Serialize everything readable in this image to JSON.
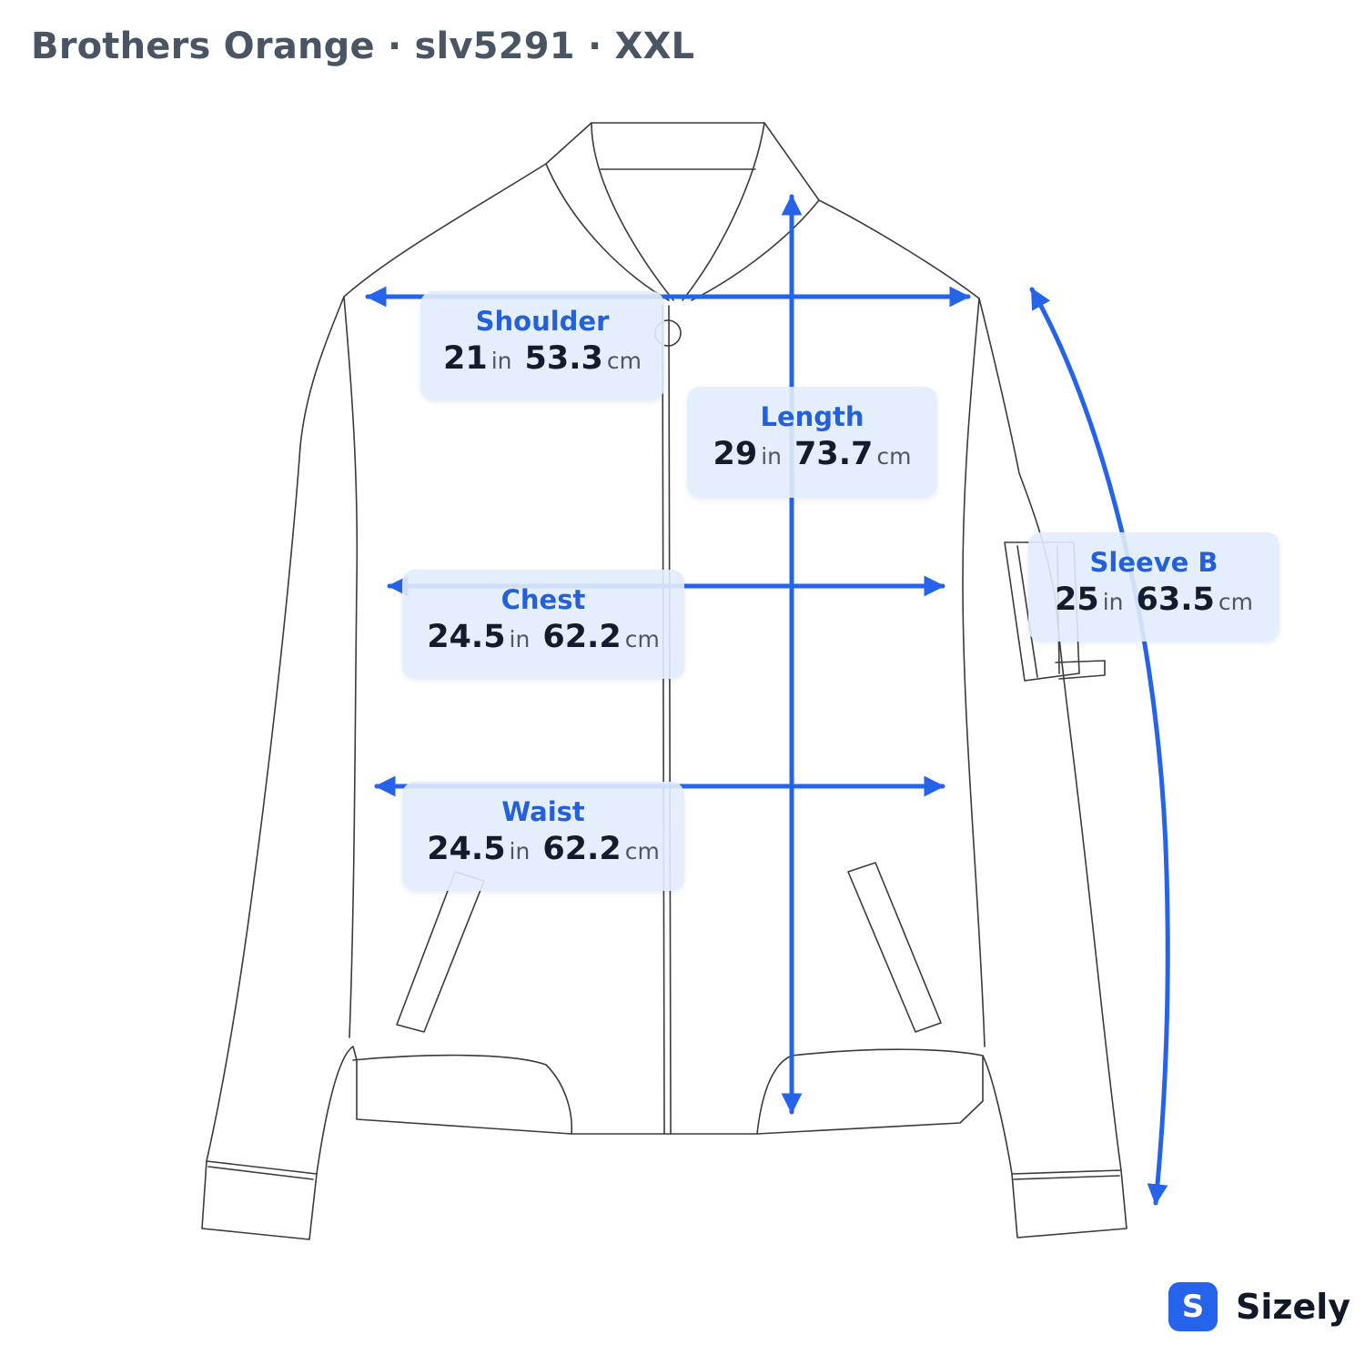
{
  "header": {
    "title": "Brothers Orange · slv5291 · XXL"
  },
  "garment": {
    "type": "bomber-jacket",
    "outline_color": "#3b3b3b"
  },
  "colors": {
    "accent": "#2563eb",
    "label": "#2460d8",
    "value": "#131b2e",
    "unit": "#4f5665",
    "card_bg": "#e2ecfc"
  },
  "measurements": [
    {
      "key": "shoulder",
      "label": "Shoulder",
      "in": "21",
      "in_unit": "in",
      "cm": "53.3",
      "cm_unit": "cm"
    },
    {
      "key": "length",
      "label": "Length",
      "in": "29",
      "in_unit": "in",
      "cm": "73.7",
      "cm_unit": "cm"
    },
    {
      "key": "chest",
      "label": "Chest",
      "in": "24.5",
      "in_unit": "in",
      "cm": "62.2",
      "cm_unit": "cm"
    },
    {
      "key": "sleeve",
      "label": "Sleeve B",
      "in": "25",
      "in_unit": "in",
      "cm": "63.5",
      "cm_unit": "cm"
    },
    {
      "key": "waist",
      "label": "Waist",
      "in": "24.5",
      "in_unit": "in",
      "cm": "62.2",
      "cm_unit": "cm"
    }
  ],
  "brand": {
    "icon_letter": "S",
    "name": "Sizely"
  }
}
